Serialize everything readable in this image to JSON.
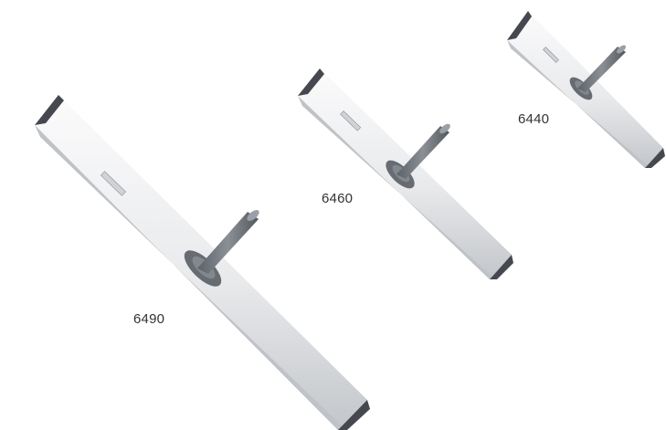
{
  "products": [
    {
      "model": "6490"
    },
    {
      "model": "6460"
    },
    {
      "model": "6440"
    }
  ],
  "colors": {
    "background": "#ffffff",
    "frame_light": "#f1f2f3",
    "frame_mid": "#d6d8db",
    "frame_shadow": "#b9bcc0",
    "end_cap": "#4a4c52",
    "handle_socket": "#6f737a",
    "label_text": "#333333"
  }
}
